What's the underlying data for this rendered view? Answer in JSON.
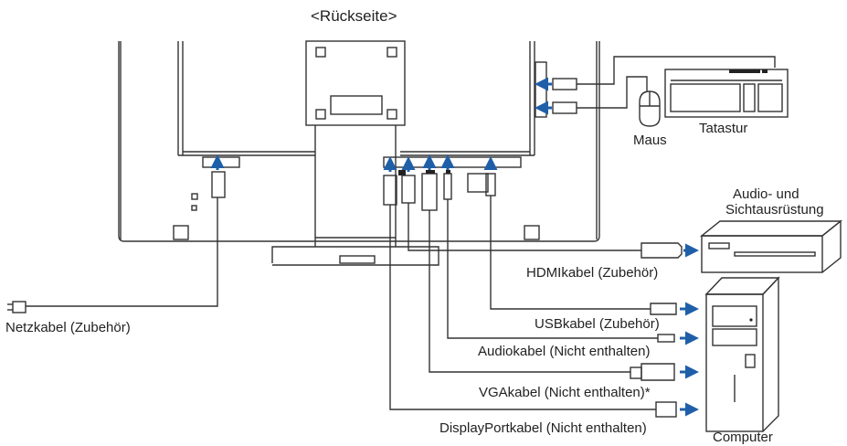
{
  "title": "<Rückseite>",
  "labels": {
    "keyboard": "Tatastur",
    "mouse": "Maus",
    "av_equipment_line1": "Audio- und",
    "av_equipment_line2": "Sichtausrüstung",
    "computer": "Computer",
    "power_cable": "Netzkabel (Zubehör)",
    "hdmi_cable": "HDMIkabel (Zubehör)",
    "usb_cable": "USBkabel (Zubehör)",
    "audio_cable": "Audiokabel (Nicht enthalten)",
    "vga_cable": "VGAkabel (Nicht enthalten)*",
    "displayport_cable": "DisplayPortkabel (Nicht enthalten)"
  },
  "colors": {
    "line": "#333333",
    "arrow": "#1f5fa8",
    "fill": "#ffffff",
    "dark": "#222222"
  }
}
